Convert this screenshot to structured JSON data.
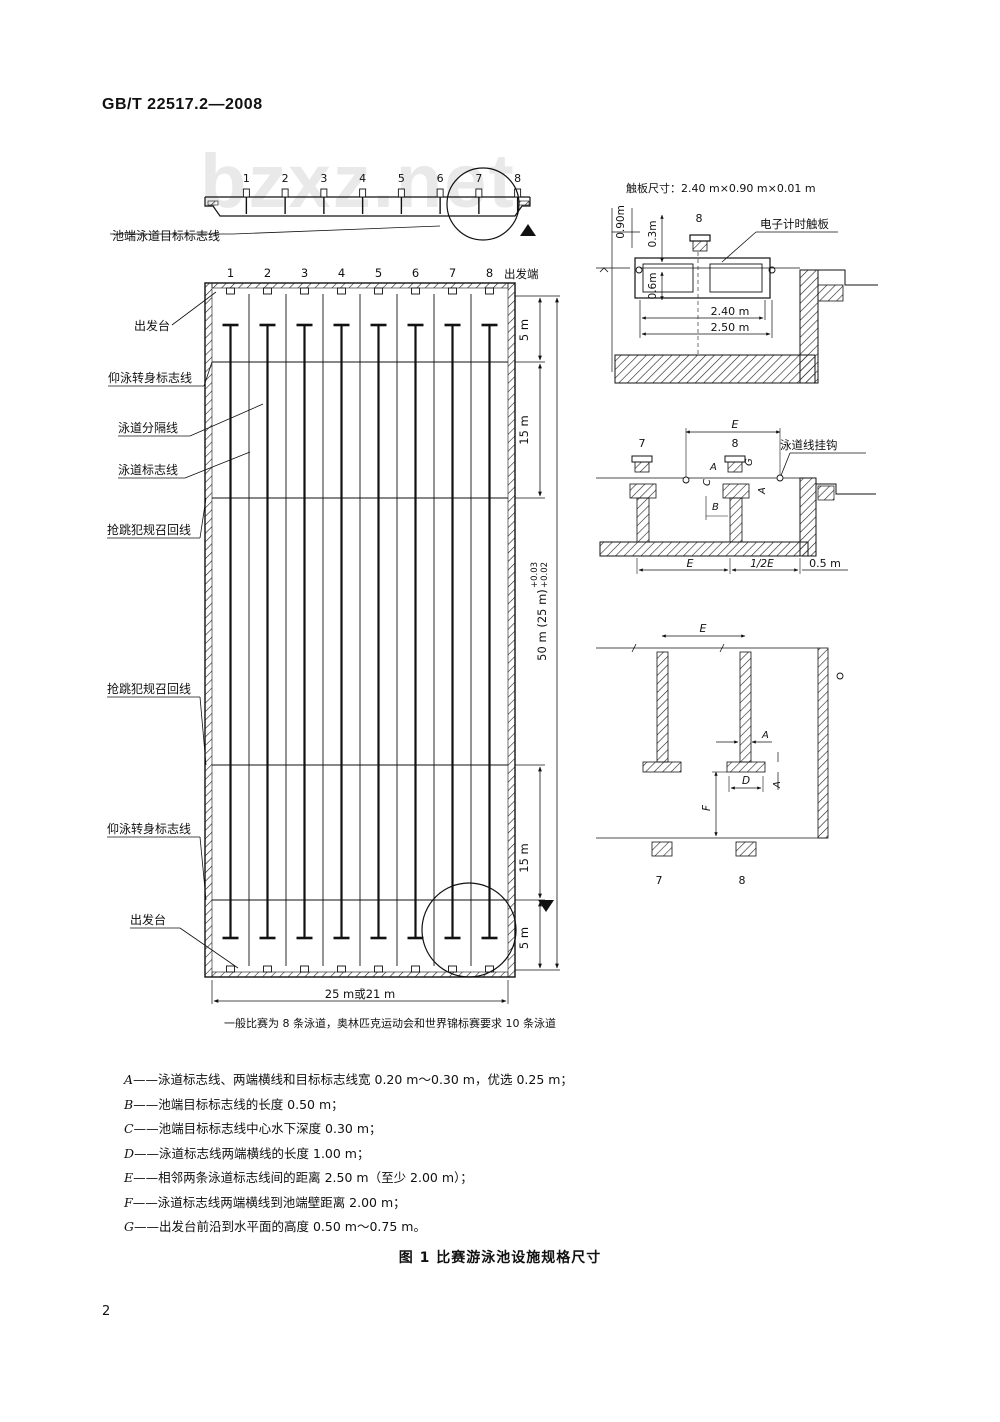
{
  "header": {
    "standard_id": "GB/T 22517.2—2008"
  },
  "watermark": {
    "text": "bzxz.net"
  },
  "pool_plan": {
    "lane_numbers": [
      "1",
      "2",
      "3",
      "4",
      "5",
      "6",
      "7",
      "8"
    ],
    "start_end_label": "出发端",
    "callouts": {
      "target_marks": "池端泳道目标标志线",
      "start_block_top": "出发台",
      "backstroke_flags_top": "仰泳转身标志线",
      "lane_rope": "泳道分隔线",
      "lane_marking": "泳道标志线",
      "false_start_top": "抢跳犯规召回线",
      "false_start_bottom": "抢跳犯规召回线",
      "backstroke_flags_bottom": "仰泳转身标志线",
      "start_block_bottom": "出发台"
    },
    "dimensions": {
      "five_m_top": "5 m",
      "fifteen_m_top": "15 m",
      "length": "50 m (25 m)",
      "length_tolerance_upper": "+0.03",
      "length_tolerance_lower": "+0.02",
      "fifteen_m_bottom": "15 m",
      "five_m_bottom": "5 m",
      "width": "25 m或21 m"
    },
    "note": "一般比赛为 8 条泳道，奥林匹克运动会和世界锦标赛要求 10 条泳道"
  },
  "touchpad_detail": {
    "size_label": "触板尺寸：2.40 m×0.90 m×0.01 m",
    "lane_label": "8",
    "pad_label": "电子计时触板",
    "dims": {
      "h090": "0.90m",
      "h03": "0.3m",
      "h06": "0.6m",
      "w240": "2.40 m",
      "w250": "2.50 m"
    }
  },
  "wall_section": {
    "lane_left": "7",
    "lane_right": "8",
    "hook_label": "泳道线挂钩",
    "letters": {
      "E": "E",
      "A": "A",
      "B": "B",
      "C": "C",
      "G": "G",
      "half_E": "1/2E"
    },
    "dim_05": "0.5 m"
  },
  "bottom_section": {
    "letters": {
      "E": "E",
      "A": "A",
      "D": "D",
      "F": "F"
    },
    "lane_left": "7",
    "lane_right": "8"
  },
  "legend": [
    {
      "key": "A",
      "text": "——泳道标志线、两端横线和目标标志线宽 0.20 m～0.30 m，优选 0.25 m；"
    },
    {
      "key": "B",
      "text": "——池端目标标志线的长度 0.50 m；"
    },
    {
      "key": "C",
      "text": "——池端目标标志线中心水下深度 0.30 m；"
    },
    {
      "key": "D",
      "text": "——泳道标志线两端横线的长度 1.00 m；"
    },
    {
      "key": "E",
      "text": "——相邻两条泳道标志线间的距离 2.50 m（至少 2.00 m）；"
    },
    {
      "key": "F",
      "text": "——泳道标志线两端横线到池端壁距离 2.00 m；"
    },
    {
      "key": "G",
      "text": "——出发台前沿到水平面的高度 0.50 m～0.75 m。"
    }
  ],
  "caption": "图 1  比赛游泳池设施规格尺寸",
  "page_number": "2"
}
